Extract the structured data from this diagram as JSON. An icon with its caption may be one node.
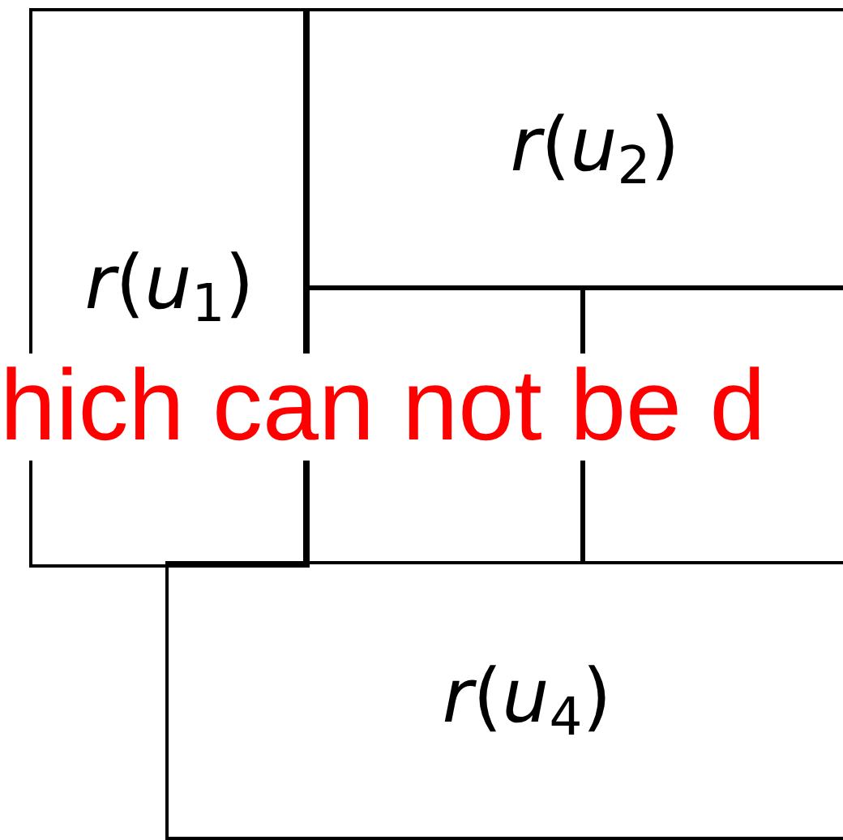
{
  "diagram": {
    "nodes": [
      {
        "text": [
          "*r*(*u*$_{1}$)"
        ]
      },
      {
        "text": [
          "*r*(*u*$_{2}$)"
        ]
      },
      {
        "text": [],
        "shape": "box"
      },
      {
        "text": [],
        "shape": "box"
      },
      {
        "text": [
          "*r*(*u*$_{4}$)"
        ]
      }
    ],
    "labels": [
      "hich can not be d"
    ]
  }
}
